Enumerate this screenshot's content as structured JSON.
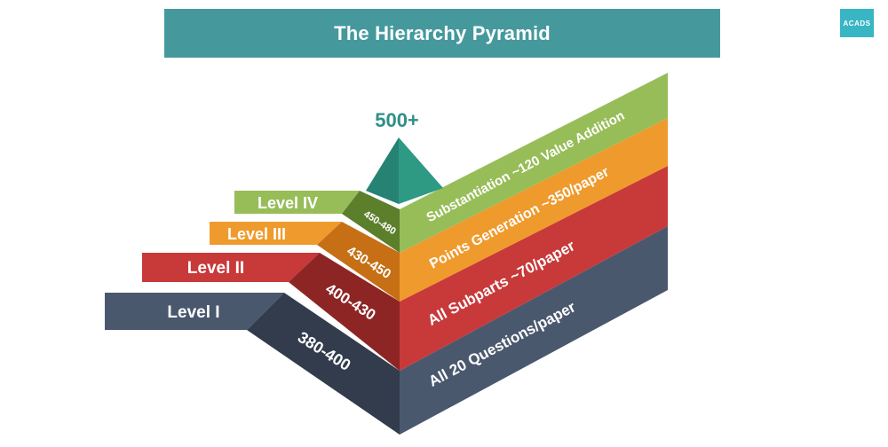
{
  "title": "The Hierarchy Pyramid",
  "logo_text": "ACADS",
  "peak": {
    "label": "500+",
    "color": "#2e8f7c"
  },
  "levels": [
    {
      "name": "Level IV",
      "range": "450-480",
      "description": "Substantiation ~120 Value Addition",
      "color": "#93bb58"
    },
    {
      "name": "Level III",
      "range": "430-450",
      "description": "Points Generation ~350/paper",
      "color": "#ee9a2a"
    },
    {
      "name": "Level II",
      "range": "400-430",
      "description": "All Subparts ~70/paper",
      "color": "#c63833"
    },
    {
      "name": "Level I",
      "range": "380-400",
      "description": "All 20 Questions/paper",
      "color": "#445166"
    }
  ]
}
